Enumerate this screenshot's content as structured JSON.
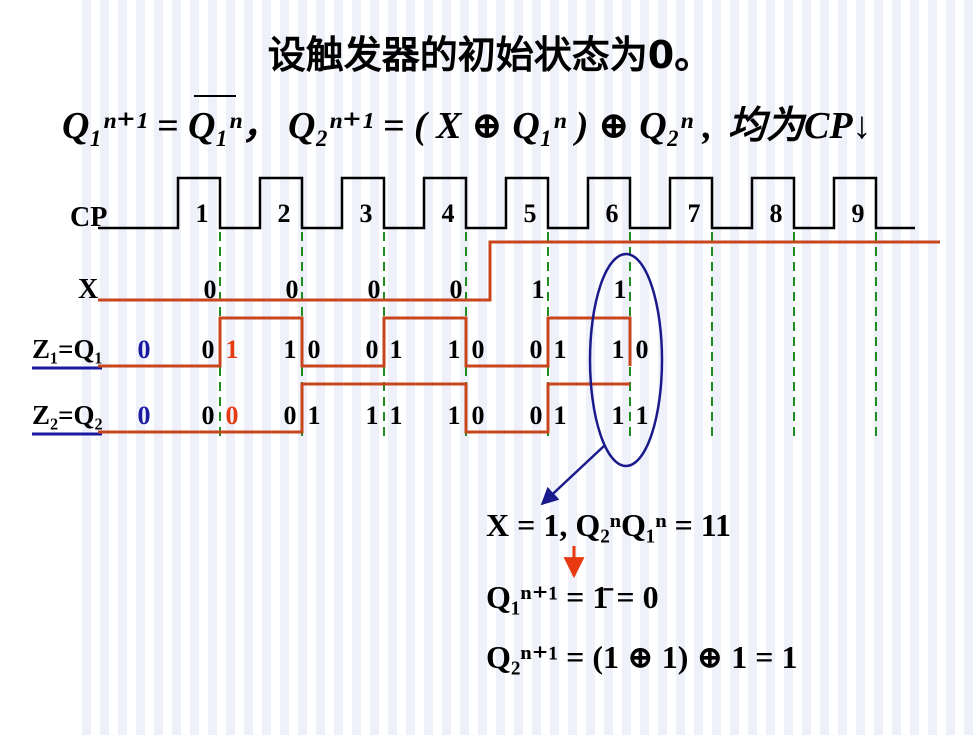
{
  "title": "设触发器的初始状态为0。",
  "equation": {
    "q1_next": "Q₁ⁿ⁺¹ = Q₁ⁿ，",
    "q2_next": "Q₂ⁿ⁺¹ = ( X ⊕ Q₁ⁿ ) ⊕ Q₂ⁿ ,",
    "clock_note": "均为CP↓"
  },
  "signals": {
    "cp": "CP",
    "x": "X",
    "z1": "Z₁=Q₁",
    "z2": "Z₂=Q₂"
  },
  "pulses": [
    "1",
    "2",
    "3",
    "4",
    "5",
    "6",
    "7",
    "8",
    "9"
  ],
  "x_values": [
    "0",
    "0",
    "0",
    "0",
    "1",
    "1"
  ],
  "q1_initial": "0",
  "q1_pairs": [
    [
      "0",
      "1"
    ],
    [
      "1",
      "0"
    ],
    [
      "0",
      "1"
    ],
    [
      "1",
      "0"
    ],
    [
      "0",
      "1"
    ],
    [
      "1",
      "0"
    ]
  ],
  "q2_initial": "0",
  "q2_pairs": [
    [
      "0",
      "0"
    ],
    [
      "0",
      "1"
    ],
    [
      "1",
      "1"
    ],
    [
      "1",
      "0"
    ],
    [
      "0",
      "1"
    ],
    [
      "1",
      "1"
    ]
  ],
  "levels": {
    "x": [
      0,
      0,
      0,
      0,
      1,
      1,
      1,
      1,
      1
    ],
    "q1": [
      0,
      1,
      0,
      1,
      0,
      1,
      0
    ],
    "q2": [
      0,
      0,
      1,
      1,
      0,
      1,
      1
    ]
  },
  "annotation": {
    "line1": "X = 1, Q₂ⁿQ₁ⁿ = 11",
    "line2": "Q₁ⁿ⁺¹ = 1̄ = 0",
    "line3": "Q₂ⁿ⁺¹ = (1 ⊕ 1) ⊕ 1 = 1"
  },
  "colors": {
    "waveform": "#c8461e",
    "clock": "#000000",
    "dashed": "#1e8c1e",
    "ellipse": "#1a1a8c",
    "highlight": "#e83a10",
    "initial_value": "#1a1aa0",
    "underline": "#1a1aa0"
  }
}
